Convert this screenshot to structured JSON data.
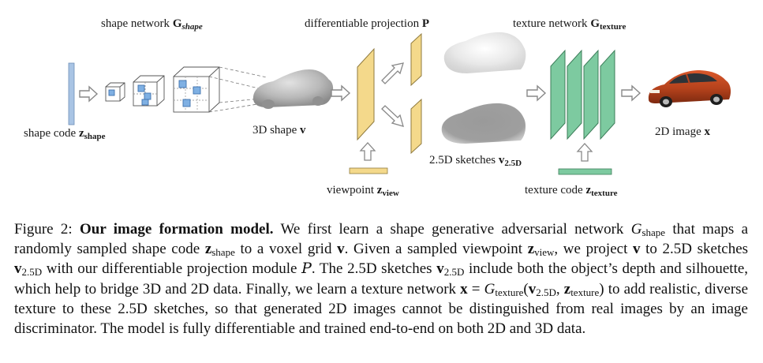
{
  "figure": {
    "labels": {
      "shape_network": "shape network",
      "shape_network_sym": "G",
      "shape_network_sub": "shape",
      "diff_projection": "differentiable projection",
      "diff_projection_sym": "P",
      "texture_network": "texture network",
      "texture_network_sym": "G",
      "texture_network_sub": "texture",
      "shape_code": "shape code",
      "shape_code_sym": "z",
      "shape_code_sub": "shape",
      "shape_3d": "3D shape",
      "shape_3d_sym": "v",
      "sketches": "2.5D sketches",
      "sketches_sym": "v",
      "sketches_sub": "2.5D",
      "image_2d": "2D image",
      "image_2d_sym": "x",
      "viewpoint": "viewpoint",
      "viewpoint_sym": "z",
      "viewpoint_sub": "view",
      "texture_code": "texture code",
      "texture_code_sym": "z",
      "texture_code_sub": "texture"
    },
    "colors": {
      "shape_code_bar": "#a9c4e4",
      "voxel_stroke": "#555555",
      "voxel_fill": "#7fb0e3",
      "projection_fill": "#f4d98b",
      "projection_stroke": "#8f7a3e",
      "texture_fill": "#7dcaa0",
      "texture_stroke": "#3c7d59",
      "arrow_outline": "#888888",
      "car_body": "#b5421c"
    }
  },
  "caption": {
    "figure_num": "Figure 2:",
    "title": "Our image formation model.",
    "s1": "We first learn a shape generative adversarial network",
    "G": "G",
    "shape_sub": "shape",
    "s2": "that maps a randomly sampled shape code",
    "z": "z",
    "s3": "to a voxel grid",
    "v": "v",
    "s4": ". Given a sampled viewpoint",
    "view_sub": "view",
    "s5": ", we project",
    "s6": "to 2.5D sketches",
    "sub_25d": "2.5D",
    "s7": "with our differentiable projection module",
    "P": "P",
    "s8": ". The 2.5D sketches",
    "s9": "include both the object’s depth and silhouette, which help to bridge 3D and 2D data. Finally, we learn a texture network",
    "x": "x",
    "eq": "=",
    "texture_sub": "texture",
    "open": "(",
    "comma": ",",
    "close": ")",
    "s10": "to add realistic, diverse texture to these 2.5D sketches, so that generated 2D images cannot be distinguished from real images by an image discriminator. The model is fully differentiable and trained end-to-end on both 2D and 3D data."
  }
}
